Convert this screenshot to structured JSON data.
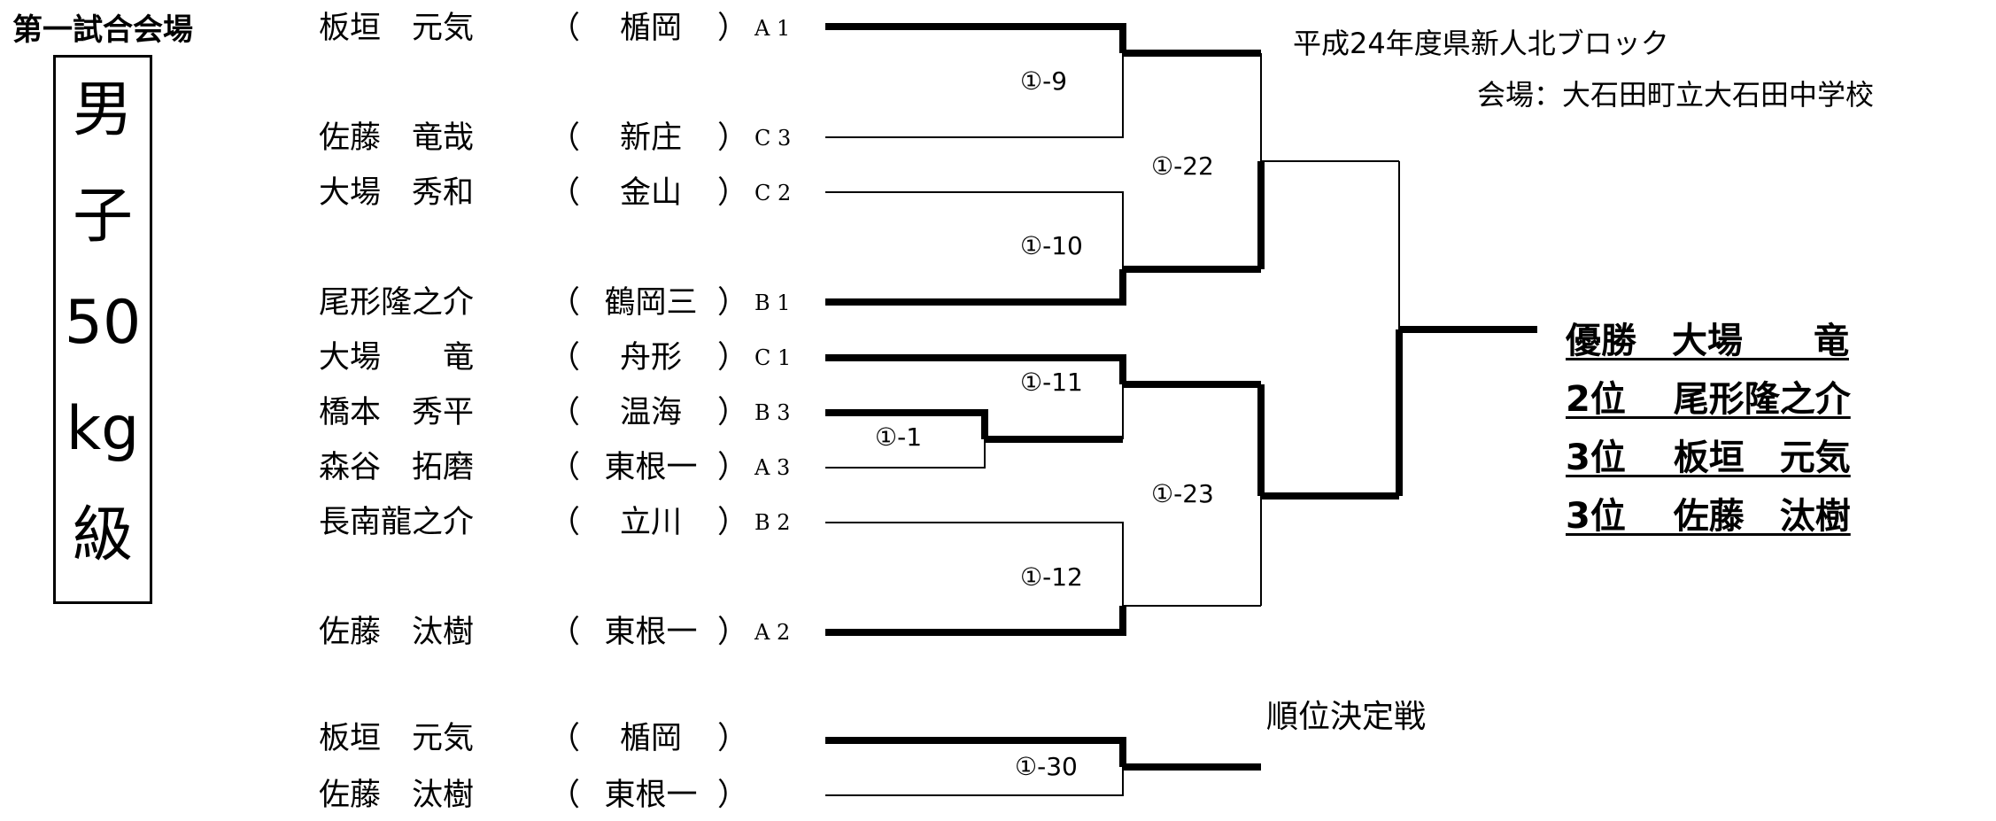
{
  "header": {
    "venue": "第一試合会場",
    "tournament": "平成24年度県新人北ブロック",
    "location": "会場：大石田町立大石田中学校"
  },
  "category": [
    "男",
    "子",
    "50",
    "kg",
    "級"
  ],
  "competitors": [
    {
      "name": "板垣　元気",
      "school": "楯岡",
      "seed": "A 1"
    },
    {
      "name": "佐藤　竜哉",
      "school": "新庄",
      "seed": "C 3"
    },
    {
      "name": "大場　秀和",
      "school": "金山",
      "seed": "C 2"
    },
    {
      "name": "尾形隆之介",
      "school": "鶴岡三",
      "seed": "B 1"
    },
    {
      "name": "大場　　竜",
      "school": "舟形",
      "seed": "C 1"
    },
    {
      "name": "橋本　秀平",
      "school": "温海",
      "seed": "B 3"
    },
    {
      "name": "森谷　拓磨",
      "school": "東根一",
      "seed": "A 3"
    },
    {
      "name": "長南龍之介",
      "school": "立川",
      "seed": "B 2"
    },
    {
      "name": "佐藤　汰樹",
      "school": "東根一",
      "seed": "A 2"
    }
  ],
  "matches": [
    "①-9",
    "①-10",
    "①-11",
    "①-1",
    "①-12",
    "①-22",
    "①-23",
    "①-30"
  ],
  "results": {
    "winner": "優勝　大場　　竜",
    "second": "2位　 尾形隆之介",
    "third_a": "3位　 板垣　元気",
    "third_b": "3位　 佐藤　汰樹"
  },
  "ranking": {
    "title": "順位決定戦",
    "competitors": [
      {
        "name": "板垣　元気",
        "school": "楯岡"
      },
      {
        "name": "佐藤　汰樹",
        "school": "東根一"
      }
    ]
  },
  "paren_open": "（",
  "paren_close": "）"
}
